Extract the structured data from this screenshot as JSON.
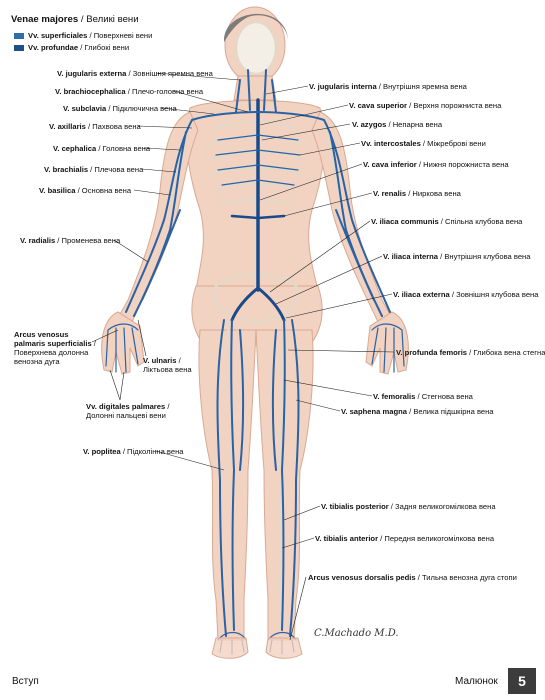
{
  "legend": {
    "title_lat": "Venae majores",
    "title_ua": "Великі вени",
    "items": [
      {
        "lat": "Vv. superficiales",
        "ua": "Поверхневі вени",
        "color": "#2f6ea8"
      },
      {
        "lat": "Vv. profundae",
        "ua": "Глибокі вени",
        "color": "#1e4f8c"
      }
    ]
  },
  "labels_left": [
    {
      "lat": "V. jugularis externa",
      "ua": "Зовнішня яремна вена"
    },
    {
      "lat": "V. brachiocephalica",
      "ua": "Плечо-головна вена"
    },
    {
      "lat": "V. subclavia",
      "ua": "Підключична вена"
    },
    {
      "lat": "V. axillaris",
      "ua": "Пахвова вена"
    },
    {
      "lat": "V. cephalica",
      "ua": "Головна вена"
    },
    {
      "lat": "V. brachialis",
      "ua": "Плечова вена"
    },
    {
      "lat": "V. basilica",
      "ua": "Основна вена"
    },
    {
      "lat": "V. radialis",
      "ua": "Променева вена"
    }
  ],
  "labels_left_lower": {
    "arcus_palmaris": {
      "lat1": "Arcus venosus",
      "lat2": "palmaris superficialis",
      "ua1": "Поверхнева долонна",
      "ua2": "венозна дуга"
    },
    "ulnaris": {
      "lat": "V. ulnaris",
      "ua": "Ліктьова вена"
    },
    "digitales": {
      "lat": "Vv. digitales palmares",
      "ua": "Долонні пальцеві вени"
    },
    "poplitea": {
      "lat": "V. poplitea",
      "ua": "Підколінна вена"
    }
  },
  "labels_right": [
    {
      "lat": "V. jugularis interna",
      "ua": "Внутрішня яремна вена"
    },
    {
      "lat": "V. cava superior",
      "ua": "Верхня порожниста вена"
    },
    {
      "lat": "V. azygos",
      "ua": "Непарна вена"
    },
    {
      "lat": "Vv. intercostales",
      "ua": "Міжреброві вени"
    },
    {
      "lat": "V. cava inferior",
      "ua": "Нижня порожниста вена"
    },
    {
      "lat": "V. renalis",
      "ua": "Ниркова вена"
    },
    {
      "lat": "V. iliaca communis",
      "ua": "Спільна клубова вена"
    },
    {
      "lat": "V. iliaca interna",
      "ua": "Внутрішня клубова вена"
    },
    {
      "lat": "V. iliaca externa",
      "ua": "Зовнішня клубова вена"
    },
    {
      "lat": "V. profunda femoris",
      "ua": "Глибока вена стегна"
    },
    {
      "lat": "V. femoralis",
      "ua": "Стегнова вена"
    },
    {
      "lat": "V. saphena magna",
      "ua": "Велика підшкірна вена"
    },
    {
      "lat": "V. tibialis posterior",
      "ua": "Задня великогомілкова вена"
    },
    {
      "lat": "V. tibialis anterior",
      "ua": "Передня великогомілкова вена"
    },
    {
      "lat": "Arcus venosus dorsalis pedis",
      "ua": "Тильна венозна дуга стопи"
    }
  ],
  "signature": "C.Machado M.D.",
  "footer": {
    "left": "Вступ",
    "right": "Малюнок",
    "page": "5"
  },
  "colors": {
    "vein": "#2a62a6",
    "vein_dark": "#1b4a8a",
    "skin": "#f2d2c0",
    "skin_edge": "#d9a994",
    "bone": "#f4efe6"
  }
}
